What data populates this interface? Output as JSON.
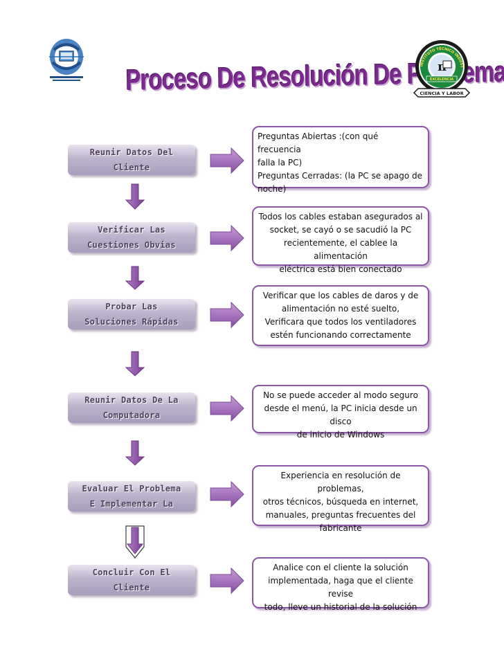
{
  "title": "Proceso De Resolución De Problemas",
  "logos": {
    "right_school_arc": "INSTITUTO TÉCNICO INDUSTRIAL",
    "right_band": "EXCELENCIA",
    "right_motto": "CIENCIA Y LABOR"
  },
  "steps": [
    {
      "label_line1": "Reunir Datos Del",
      "label_line2": "Cliente",
      "detail": [
        "Preguntas Abiertas :(con qué frecuencia",
        "falla la PC)",
        "Preguntas Cerradas: (la PC se apago de",
        "noche)"
      ]
    },
    {
      "label_line1": "Verificar Las",
      "label_line2": "Cuestiones Obvias",
      "detail": [
        "Todos los cables estaban asegurados al",
        "socket, se cayó o se  sacudió la PC",
        "recientemente, el cablee la alimentación",
        "eléctrica está bien conectado"
      ]
    },
    {
      "label_line1": "Probar Las",
      "label_line2": "Soluciones Rápidas",
      "detail": [
        "Verificar que los cables de daros y de",
        "alimentación no esté suelto,",
        "Verificara que todos los ventiladores",
        "estén funcionando correctamente"
      ]
    },
    {
      "label_line1": "Reunir Datos De La",
      "label_line2": "Computadora",
      "detail": [
        "No se puede acceder al modo seguro",
        "desde el menú, la PC inicia desde un disco",
        "de inicio de Windows"
      ]
    },
    {
      "label_line1": "Evaluar El Problema",
      "label_line2": "E Implementar La",
      "detail": [
        "Experiencia en resolución de problemas,",
        "otros técnicos, búsqueda en internet,",
        "manuales, preguntas frecuentes del",
        "fabricante"
      ]
    },
    {
      "label_line1": "Concluir Con El",
      "label_line2": "Cliente",
      "detail": [
        "Analice con el cliente la solución",
        "implementada, haga que el cliente revise",
        "todo, lleve un historial de la solución"
      ]
    }
  ],
  "colors": {
    "accent": "#7a2a8e",
    "arrow": "#9b62b3",
    "box_border": "#8b56a6",
    "step_fill": "#bdb4cc"
  }
}
